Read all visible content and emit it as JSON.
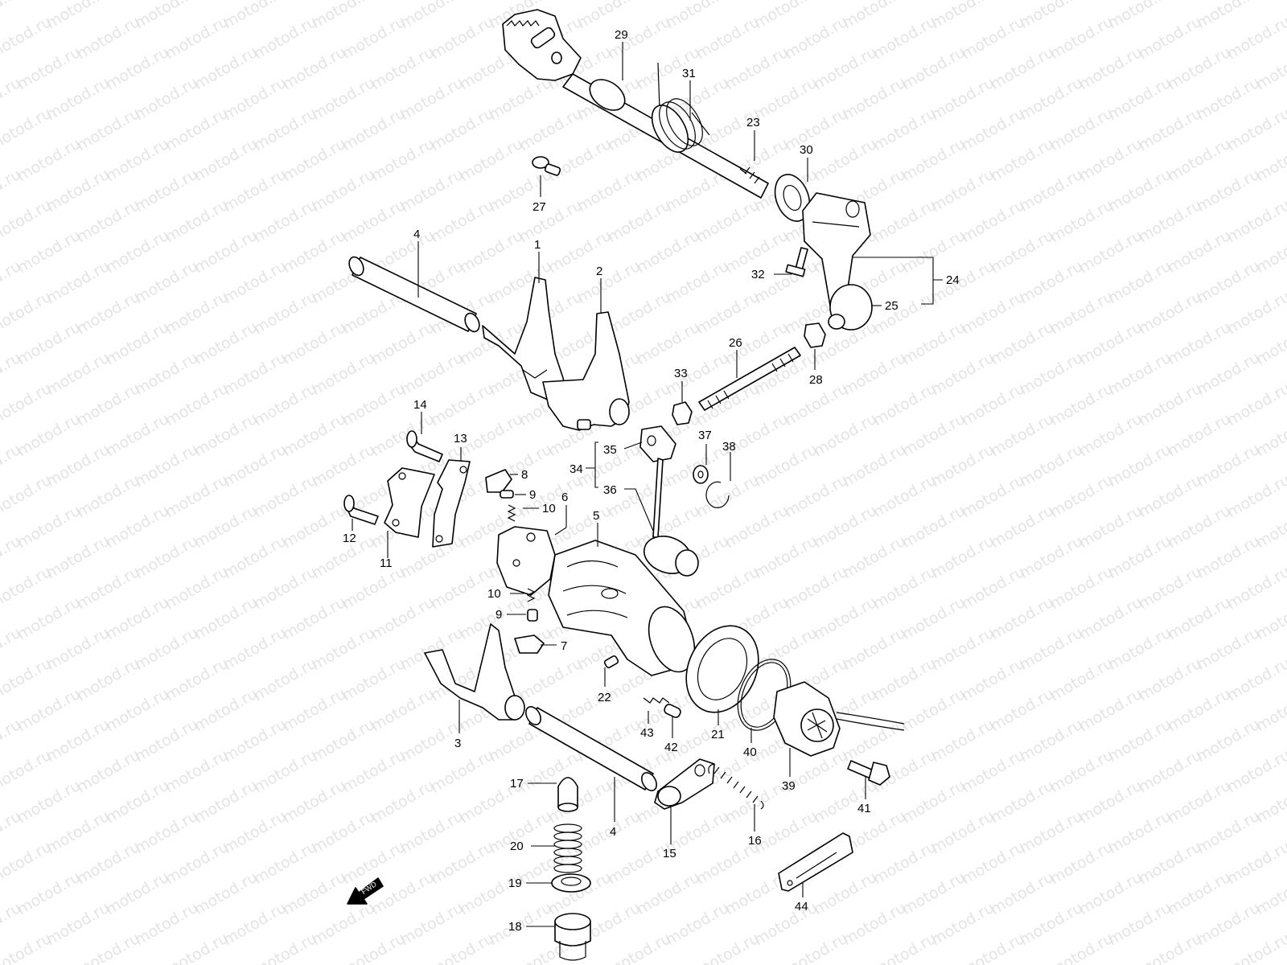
{
  "watermark": "motod.ru",
  "fwd_label": "FWD",
  "callouts": [
    "1",
    "2",
    "3",
    "4",
    "4",
    "5",
    "6",
    "7",
    "8",
    "9",
    "9",
    "10",
    "10",
    "11",
    "12",
    "13",
    "14",
    "15",
    "16",
    "17",
    "18",
    "19",
    "20",
    "21",
    "22",
    "23",
    "24",
    "25",
    "26",
    "27",
    "28",
    "29",
    "30",
    "31",
    "32",
    "33",
    "34",
    "35",
    "36",
    "37",
    "38",
    "39",
    "40",
    "41",
    "42",
    "43",
    "44"
  ],
  "colors": {
    "line": "#000000",
    "background": "#ffffff",
    "watermark": "#e4e4e4"
  }
}
